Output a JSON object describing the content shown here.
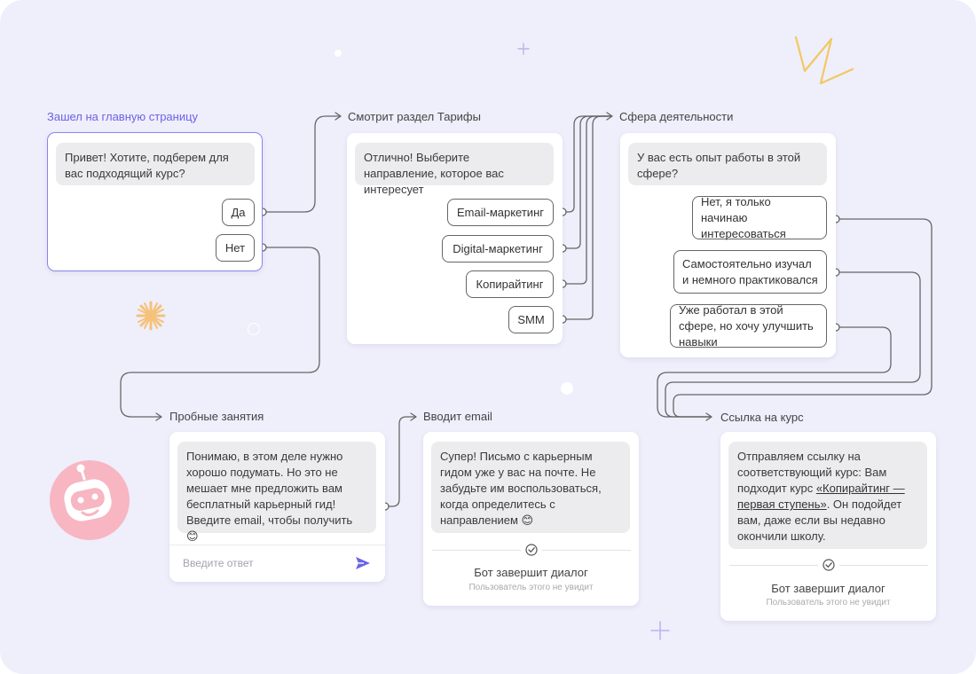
{
  "start": {
    "title": "Зашел на главную страницу",
    "message": "Привет! Хотите, подберем для вас подходящий курс?",
    "options": [
      "Да",
      "Нет"
    ]
  },
  "tariffs": {
    "title": "Смотрит раздел Тарифы",
    "message": "Отлично! Выберите направление, которое вас интересует",
    "options": [
      "Email-маркетинг",
      "Digital-маркетинг",
      "Копирайтинг",
      "SMM"
    ]
  },
  "sphere": {
    "title": "Сфера деятельности",
    "message": "У вас есть опыт работы в этой сфере?",
    "options": [
      "Нет, я только начинаю интересоваться",
      "Самостоятельно изучал и немного практиковался",
      "Уже работал в этой сфере, но хочу улучшить навыки"
    ]
  },
  "trial": {
    "title": "Пробные занятия",
    "message": "Понимаю, в этом деле нужно хорошо подумать. Но это не мешает мне предложить вам бесплатный карьерный гид! Введите email, чтобы получить 😊",
    "input_placeholder": "Введите ответ"
  },
  "email": {
    "title": "Вводит email",
    "message": "Супер! Письмо с карьерным гидом уже у вас на почте. Не забудьте  им воспользоваться, когда определитесь с направлением 😊",
    "end_title": "Бот завершит диалог",
    "end_subtitle": "Пользователь этого не увидит"
  },
  "link": {
    "title": "Ссылка на курс",
    "message_before": "Отправляем ссылку на соответствующий курс: Вам подходит курс ",
    "message_link": "«Копирайтинг — первая ступень»",
    "message_after": ". Он подойдет вам, даже если вы недавно окончили школу.",
    "end_title": "Бот завершит диалог",
    "end_subtitle": "Пользователь этого не увидит"
  },
  "colors": {
    "background": "#efeefb",
    "accent": "#6a63e6",
    "wire": "#666666",
    "robot": "#f7b6c2",
    "star": "#f5c27a",
    "zigzag": "#f3c860"
  },
  "icons": [
    "check-circle-icon",
    "send-icon",
    "robot-avatar-icon",
    "sparkle-icon",
    "zigzag-icon",
    "plus-sparkle-icon"
  ]
}
